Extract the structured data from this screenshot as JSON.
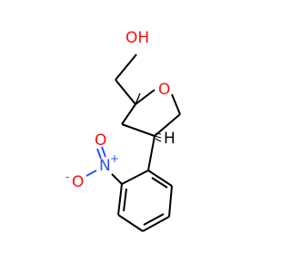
{
  "molecule": {
    "atoms": {
      "hydroxyl": "OH",
      "ring_oxygen": "O",
      "stereo_h": "H",
      "nitro_nitrogen": "N",
      "nitro_plus": "+",
      "nitro_oxygen_double": "O",
      "nitro_oxygen_single": "O",
      "nitro_minus": "-"
    },
    "colors": {
      "bond": "#000000",
      "oxygen": "#ff0d0d",
      "nitrogen": "#3050f8"
    }
  }
}
